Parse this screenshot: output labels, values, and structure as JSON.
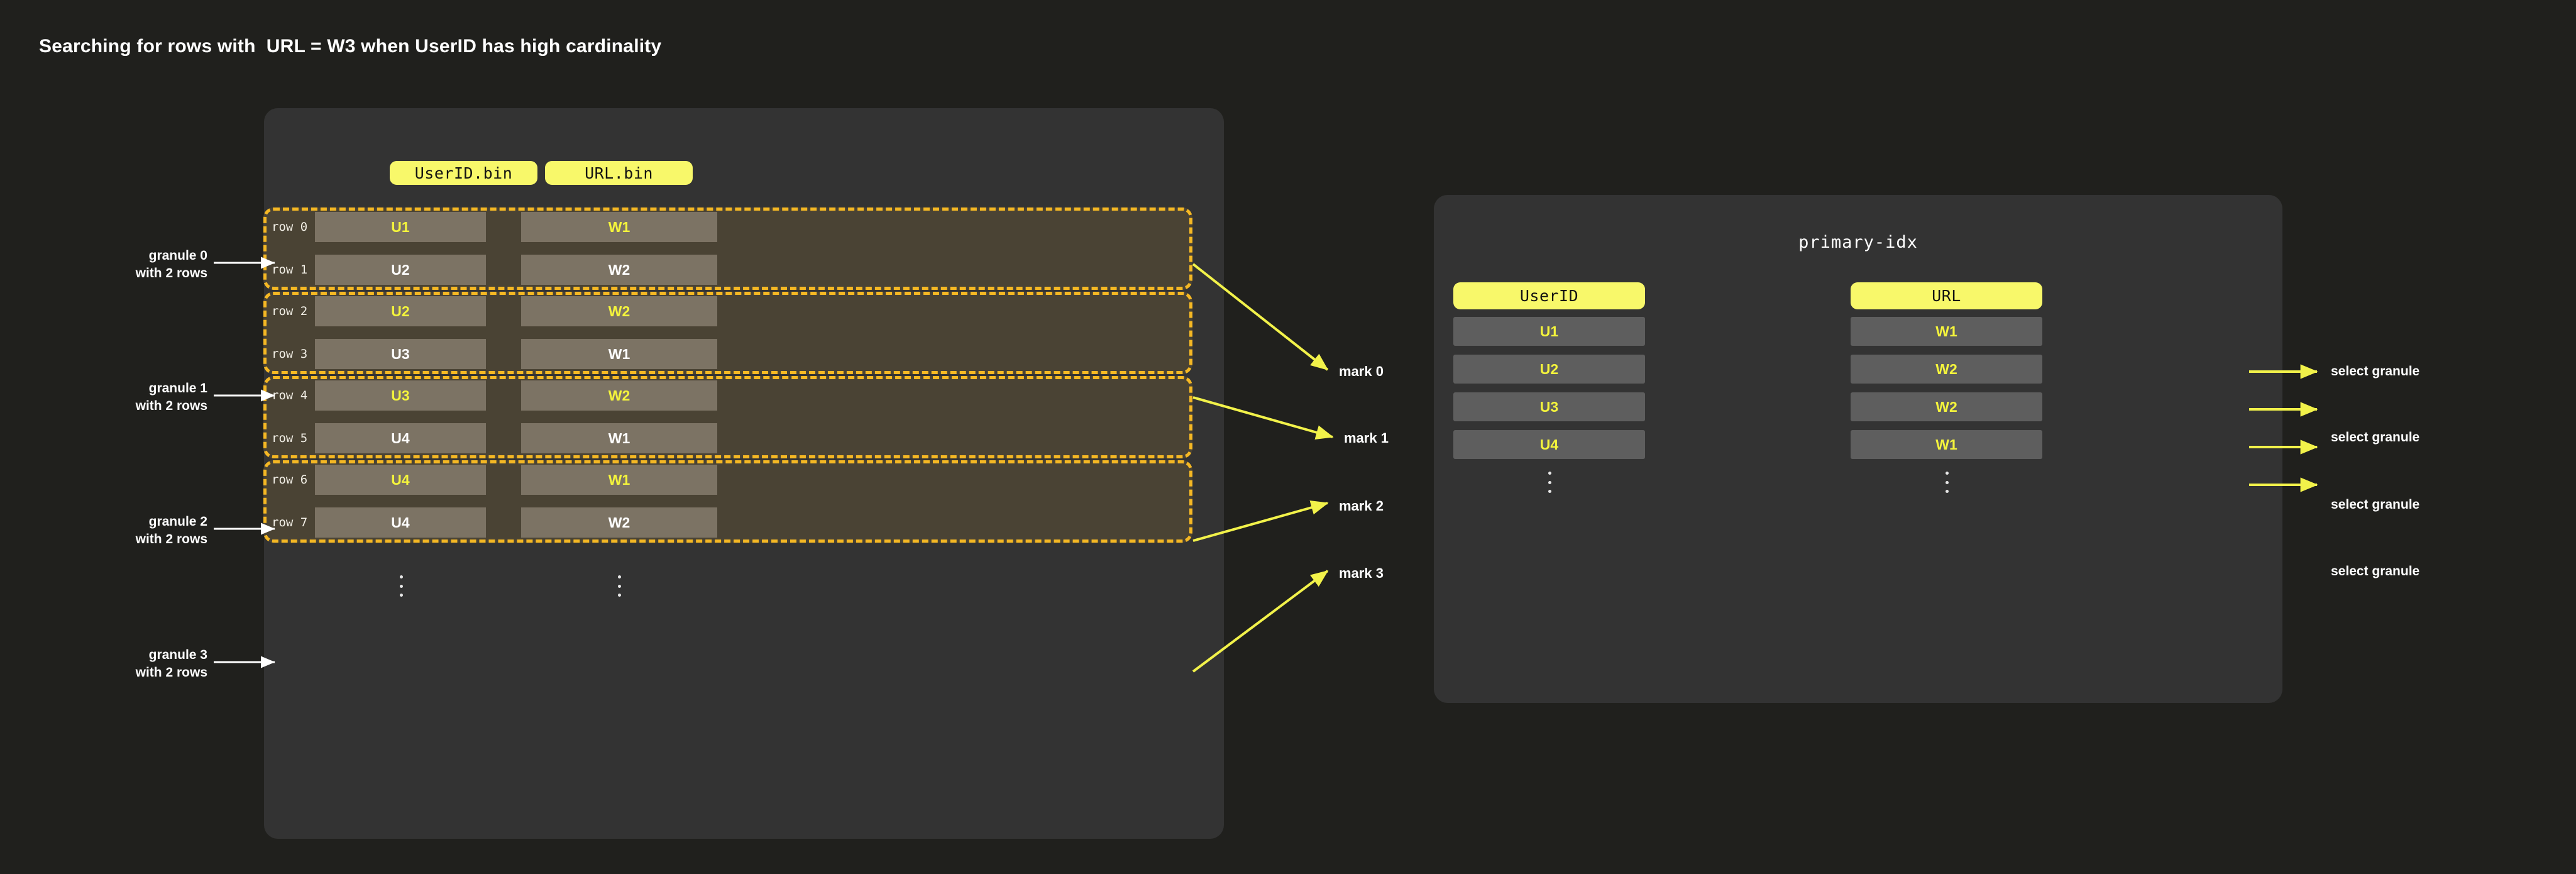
{
  "title": "Searching for rows with  URL = W3 when UserID has high cardinality",
  "parts_panel": {
    "columns": [
      {
        "header": "UserID.bin"
      },
      {
        "header": "URL.bin"
      }
    ],
    "rows": [
      {
        "label": "row 0",
        "userid": "U1",
        "url": "W1",
        "userid_hl": true,
        "url_hl": true
      },
      {
        "label": "row 1",
        "userid": "U2",
        "url": "W2",
        "userid_hl": false,
        "url_hl": false
      },
      {
        "label": "row 2",
        "userid": "U2",
        "url": "W2",
        "userid_hl": true,
        "url_hl": true
      },
      {
        "label": "row 3",
        "userid": "U3",
        "url": "W1",
        "userid_hl": false,
        "url_hl": false
      },
      {
        "label": "row 4",
        "userid": "U3",
        "url": "W2",
        "userid_hl": true,
        "url_hl": true
      },
      {
        "label": "row 5",
        "userid": "U4",
        "url": "W1",
        "userid_hl": false,
        "url_hl": false
      },
      {
        "label": "row 6",
        "userid": "U4",
        "url": "W1",
        "userid_hl": true,
        "url_hl": true
      },
      {
        "label": "row 7",
        "userid": "U4",
        "url": "W2",
        "userid_hl": false,
        "url_hl": false
      }
    ],
    "more_indicator": "vertical-ellipsis"
  },
  "granule_labels": [
    "granule 0\nwith 2 rows",
    "granule 1\nwith 2 rows",
    "granule 2\nwith 2 rows",
    "granule 3\nwith 2 rows"
  ],
  "marks": [
    "mark 0",
    "mark 1",
    "mark 2",
    "mark 3"
  ],
  "index_panel": {
    "title": "primary-idx",
    "columns": [
      {
        "header": "UserID"
      },
      {
        "header": "URL"
      }
    ],
    "rows": [
      {
        "userid": "U1",
        "url": "W1"
      },
      {
        "userid": "U2",
        "url": "W2"
      },
      {
        "userid": "U3",
        "url": "W2"
      },
      {
        "userid": "U4",
        "url": "W1"
      }
    ],
    "more_indicator": "vertical-ellipsis"
  },
  "select_labels": [
    "select granule",
    "select granule",
    "select granule",
    "select granule"
  ],
  "colors": {
    "page_bg": "#20201d",
    "panel_bg": "#333333",
    "accent_yellow": "#f8f86a",
    "highlight_text": "#f4f43c",
    "granule_border": "#f5b824",
    "granule_bg": "#4a4334",
    "part_cell_bg": "#7c7364",
    "index_cell_bg": "#5e5e5e",
    "arrow_white": "#ffffff",
    "arrow_yellow": "#f2f24a"
  }
}
